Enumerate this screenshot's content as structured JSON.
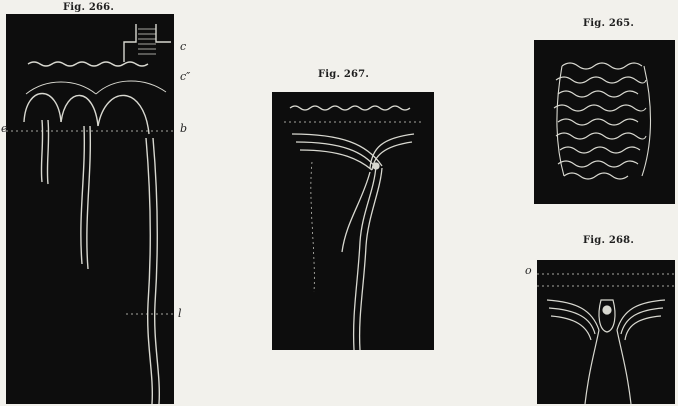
{
  "figures": {
    "fig266": {
      "caption": "Fig. 266.",
      "labels": {
        "c": "c",
        "c2": "c″",
        "e": "e",
        "b": "b",
        "l": "l"
      }
    },
    "fig267": {
      "caption": "Fig. 267."
    },
    "fig265": {
      "caption": "Fig. 265."
    },
    "fig268": {
      "caption": "Fig. 268.",
      "labels": {
        "o": "o"
      }
    }
  }
}
